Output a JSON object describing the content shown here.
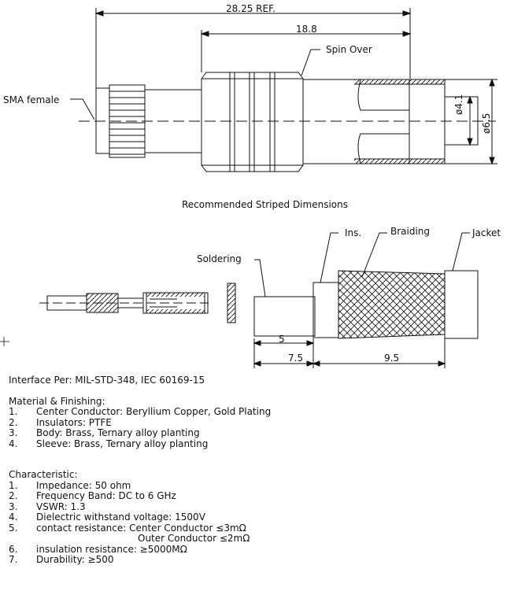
{
  "top_view": {
    "dim_overall": "28.25 REF.",
    "dim_body": "18.8",
    "label_spin_over": "Spin Over",
    "label_sma_female": "SMA female",
    "dim_inner": "ø4.1",
    "dim_outer": "ø6.5"
  },
  "strip_view": {
    "title": "Recommended Striped Dimensions",
    "label_ins": "Ins.",
    "label_braiding": "Braiding",
    "label_jacket": "Jacket",
    "label_soldering": "Soldering",
    "dim_5": "5",
    "dim_7_5": "7.5",
    "dim_9_5": "9.5"
  },
  "specs": {
    "interface": "Interface Per: MIL-STD-348, IEC 60169-15",
    "material_heading": "Material & Finishing:",
    "materials": [
      {
        "num": "1.",
        "text": "Center Conductor: Beryllium Copper, Gold Plating"
      },
      {
        "num": "2.",
        "text": "Insulators: PTFE"
      },
      {
        "num": "3.",
        "text": "Body: Brass, Ternary alloy planting"
      },
      {
        "num": "4.",
        "text": "Sleeve: Brass, Ternary alloy planting"
      }
    ],
    "characteristic_heading": "Characteristic:",
    "characteristics": [
      {
        "num": "1.",
        "text": "Impedance: 50 ohm"
      },
      {
        "num": "2.",
        "text": "Frequency Band: DC to 6 GHz"
      },
      {
        "num": "3.",
        "text": "VSWR: 1.3"
      },
      {
        "num": "4.",
        "text": "Dielectric withstand voltage: 1500V"
      },
      {
        "num": "5.",
        "text": "contact resistance: Center Conductor ≤3mΩ"
      },
      {
        "num": "",
        "text": "Outer Conductor ≤2mΩ"
      },
      {
        "num": "6.",
        "text": "insulation resistance: ≥5000MΩ"
      },
      {
        "num": "7.",
        "text": "Durability: ≥500"
      }
    ]
  }
}
